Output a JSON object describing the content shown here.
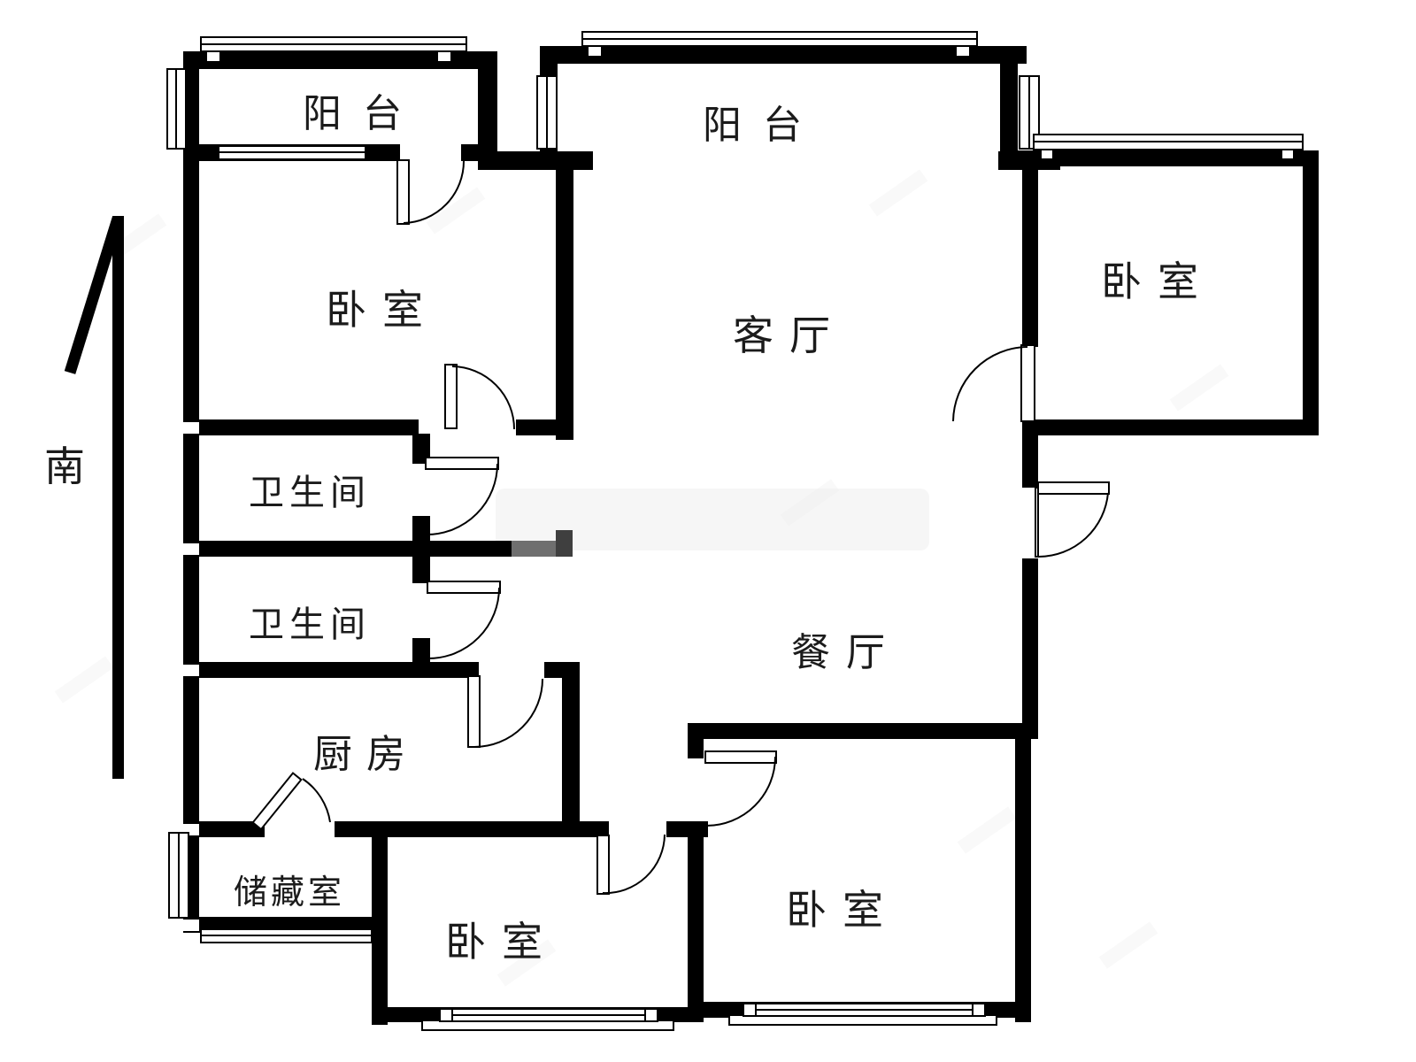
{
  "title": "apartment-floor-plan",
  "compass": {
    "south": "南"
  },
  "rooms": {
    "balcony_left": {
      "label": "阳台"
    },
    "balcony_center": {
      "label": "阳台"
    },
    "bedroom_top_left": {
      "label": "卧室"
    },
    "bedroom_top_right": {
      "label": "卧室"
    },
    "living_room": {
      "label": "客厅"
    },
    "bathroom_upper": {
      "label": "卫生间"
    },
    "bathroom_lower": {
      "label": "卫生间"
    },
    "kitchen": {
      "label": "厨房"
    },
    "dining_room": {
      "label": "餐厅"
    },
    "storage": {
      "label": "储藏室"
    },
    "bedroom_bottom_center": {
      "label": "卧室"
    },
    "bedroom_bottom_right": {
      "label": "卧室"
    }
  },
  "colors": {
    "wall": "#000000",
    "wall_gray": "#6f6f6f",
    "wall_gray_dark": "#3f3f3f",
    "label_text": "#1b1b1b",
    "background": "#ffffff"
  }
}
